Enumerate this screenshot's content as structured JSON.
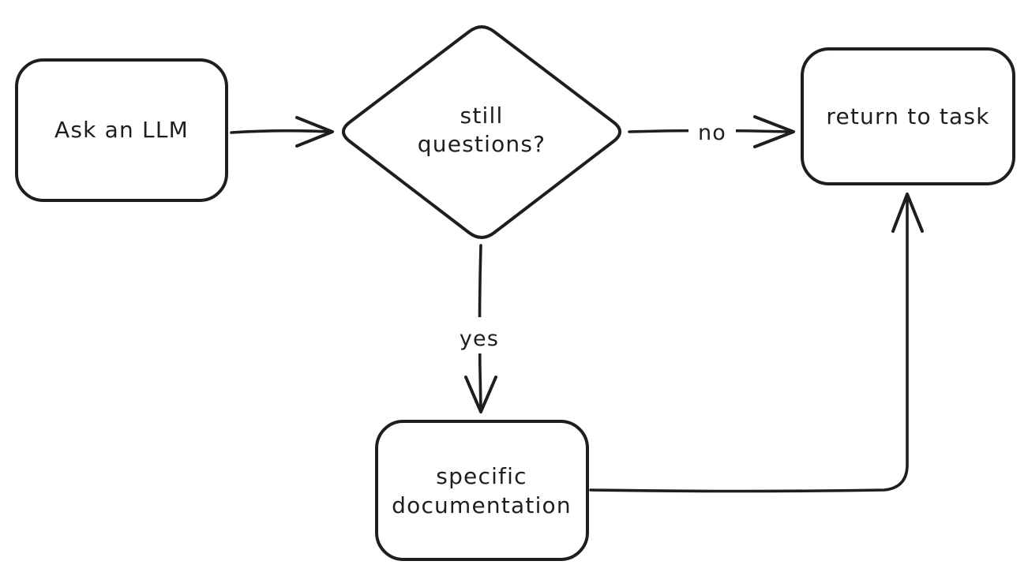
{
  "canvas": {
    "background": "#ffffff",
    "ink_color": "#1e1e1e",
    "style": "hand-drawn flowchart"
  },
  "diagram": {
    "type": "flowchart",
    "nodes": [
      {
        "id": "ask-an-llm",
        "shape": "rounded-rectangle",
        "label": "Ask an LLM",
        "lines": [
          "Ask an LLM"
        ]
      },
      {
        "id": "still-questions",
        "shape": "diamond",
        "label": "still questions?",
        "lines": [
          "still",
          "questions?"
        ]
      },
      {
        "id": "return-to-task",
        "shape": "rounded-rectangle",
        "label": "return to task",
        "lines": [
          "return to task"
        ]
      },
      {
        "id": "specific-documentation",
        "shape": "rounded-rectangle",
        "label": "specific documentation",
        "lines": [
          "specific",
          "documentation"
        ]
      }
    ],
    "edges": [
      {
        "from": "ask-an-llm",
        "to": "still-questions",
        "label": ""
      },
      {
        "from": "still-questions",
        "to": "return-to-task",
        "label": "no"
      },
      {
        "from": "still-questions",
        "to": "specific-documentation",
        "label": "yes"
      },
      {
        "from": "specific-documentation",
        "to": "return-to-task",
        "label": ""
      }
    ]
  }
}
